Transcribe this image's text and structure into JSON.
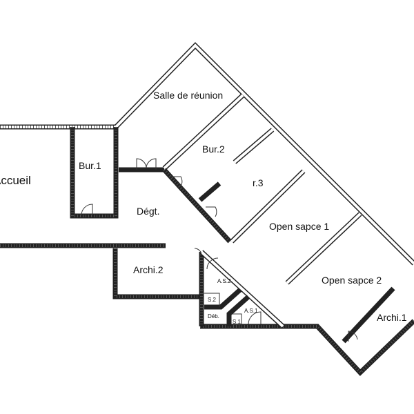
{
  "rooms": {
    "accueil": "Accueil",
    "bur1": "Bur.1",
    "salle_reunion": "Salle de réunion",
    "bur2": "Bur.2",
    "bur3": "r.3",
    "degt": "Dégt.",
    "open_space_1": "Open sapce 1",
    "open_space_2": "Open sapce 2",
    "archi1": "Archi.1",
    "archi2": "Archi.2",
    "as2": "A.S.2",
    "s2": "S.2",
    "deb": "Déb.",
    "as1": "A.S.1",
    "s1": "S.1"
  }
}
